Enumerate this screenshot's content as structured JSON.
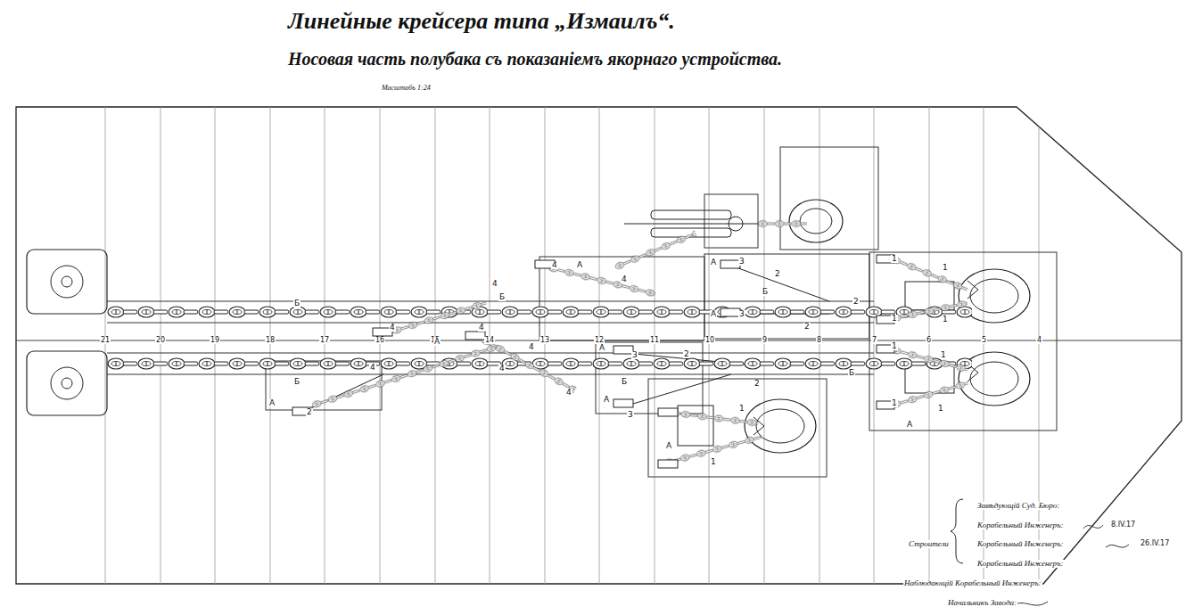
{
  "diagram": {
    "title": "Линейные крейсера типа „Измаилъ“.",
    "labels": [
      "Носовая часть полубака съ показаніемъ якорнаго устройства.",
      "Масштабъ 1:24",
      "21",
      "20",
      "19",
      "18",
      "17",
      "16",
      "15",
      "14",
      "13",
      "12",
      "11",
      "10",
      "9",
      "8",
      "7",
      "6",
      "5",
      "4",
      "4",
      "А",
      "4",
      "4",
      "Б",
      "Б",
      "А",
      "3",
      "2",
      "Б",
      "2",
      "А",
      "3",
      "2",
      "1",
      "1",
      "1",
      "1",
      "1",
      "1",
      "1",
      "1",
      "А",
      "А",
      "4",
      "4",
      "4",
      "4",
      "4",
      "4",
      "А",
      "2",
      "Б",
      "А",
      "3",
      "2",
      "2",
      "Б",
      "Б",
      "А",
      "3",
      "А",
      "1",
      "1",
      "Завѣдующій Суд. Бюро:",
      "Корабельный Инженеръ:",
      "8.IV.17",
      "Строители",
      "Корабельный Инженеръ:",
      "26.IV.17",
      "Корабельный Инженеръ:",
      "Наблюдающій Корабельный Инженеръ:",
      "Начальникъ Завода:"
    ]
  }
}
